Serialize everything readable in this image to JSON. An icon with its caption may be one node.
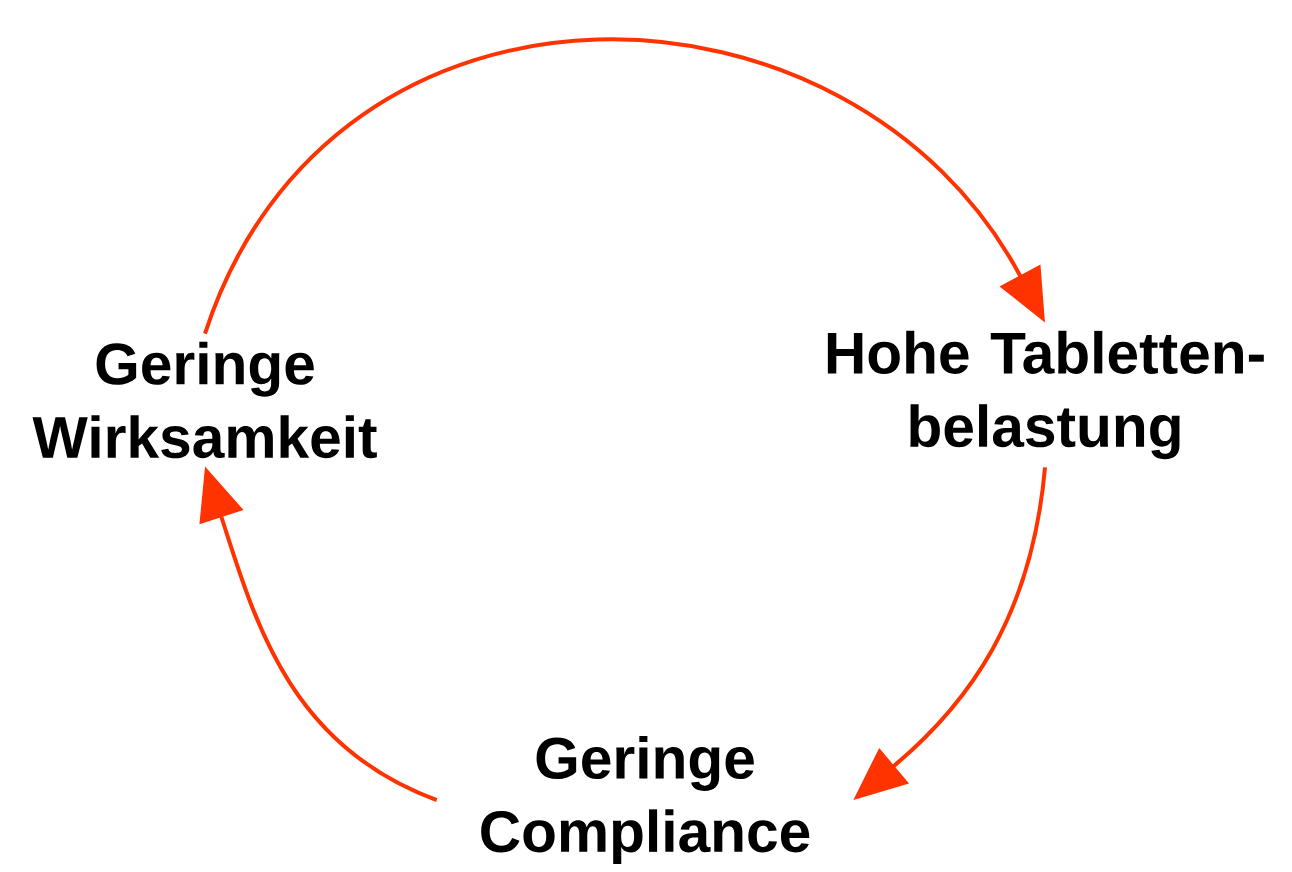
{
  "diagram": {
    "nodes": [
      {
        "text": [
          "Geringe Wirksamkeit"
        ]
      },
      {
        "text": [
          "Hohe Tabletten- belastung"
        ]
      },
      {
        "text": [
          "Geringe Compliance"
        ]
      }
    ],
    "edges": [
      {
        "from": 0,
        "to": 1,
        "arrow": "to"
      },
      {
        "from": 1,
        "to": 2,
        "arrow": "to"
      },
      {
        "from": 2,
        "to": 0,
        "arrow": "to"
      }
    ]
  }
}
